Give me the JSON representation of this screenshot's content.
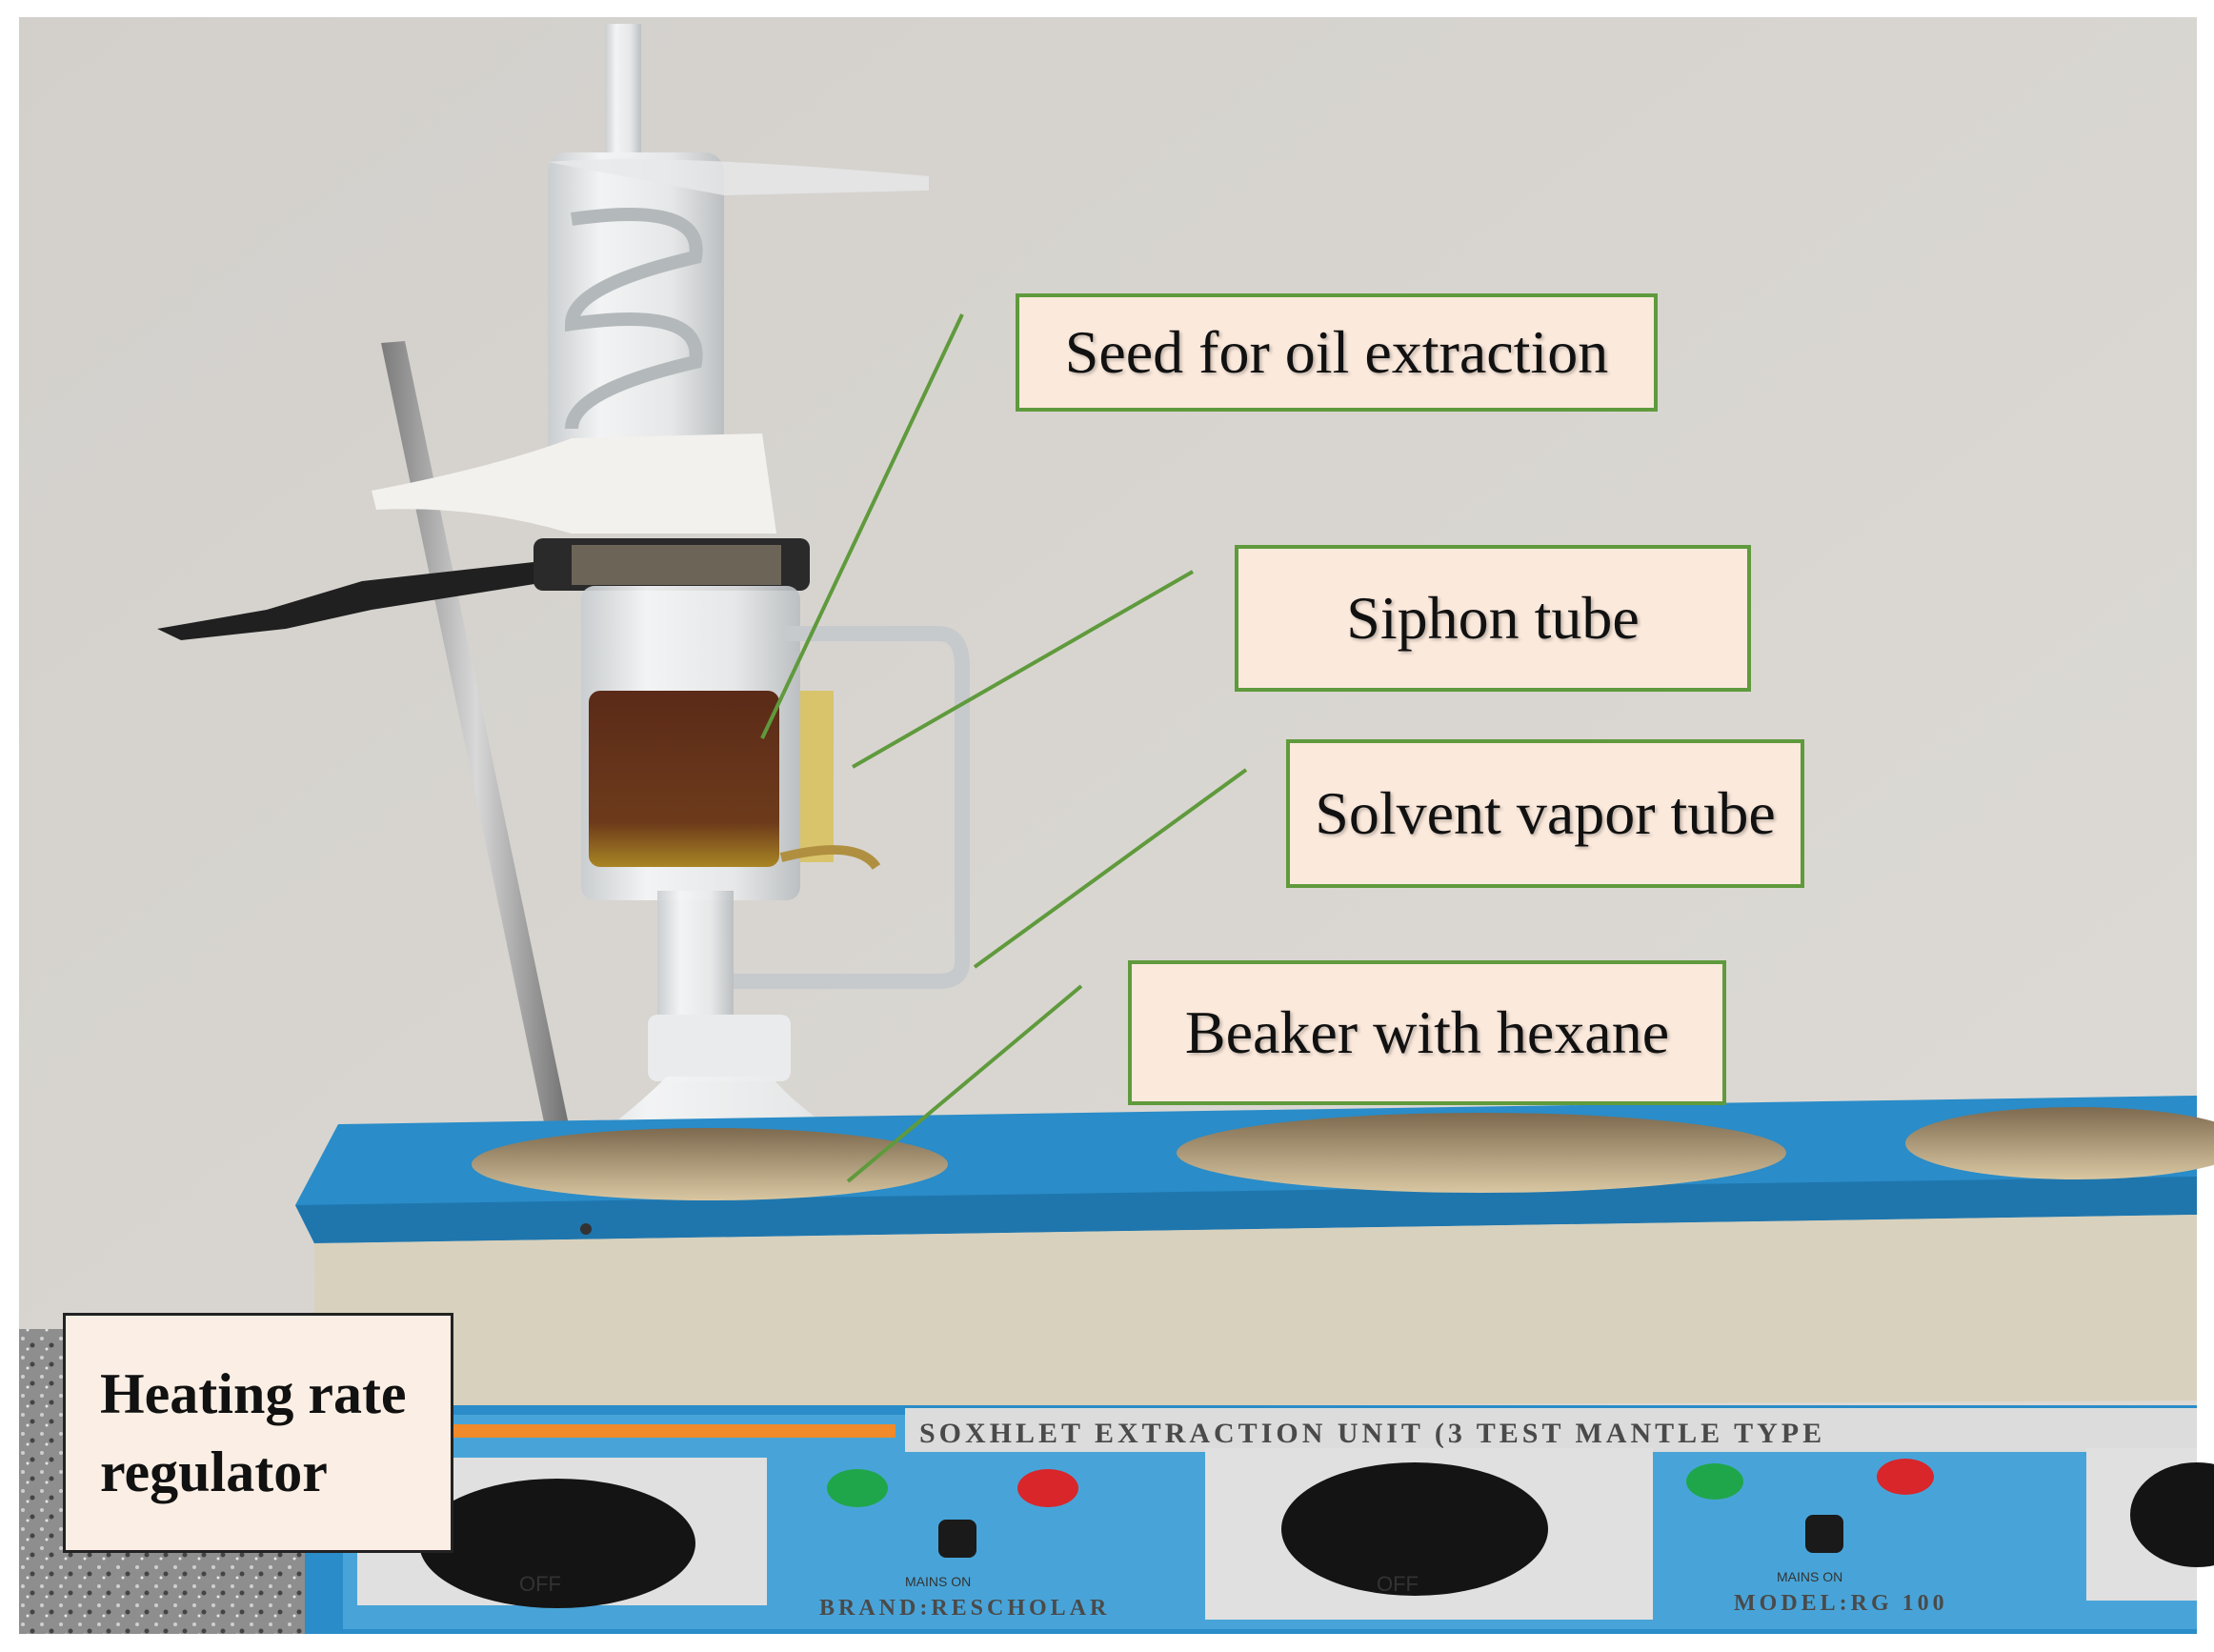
{
  "labels": {
    "seed": "Seed for oil extraction",
    "siphon": "Siphon tube",
    "vapor": "Solvent vapor tube",
    "beaker": "Beaker with hexane",
    "heating": "Heating rate regulator"
  },
  "unit": {
    "title": "SOXHLET EXTRACTION UNIT (3 TEST MANTLE TYPE",
    "brand": "BRAND:RESCHOLAR",
    "model": "MODEL:RG 100",
    "knob_off": "OFF",
    "mains_on": "MAINS ON"
  },
  "colors": {
    "background_wall": "#d9d6d2",
    "unit_blue": "#2a8cc8",
    "unit_beige": "#d8d1bd",
    "callout_fill": "#fbe9dc",
    "callout_border": "#5f9a3c",
    "leader_line": "#5f9a3c",
    "indicator_green": "#1fa64a",
    "indicator_red": "#d8262a"
  }
}
